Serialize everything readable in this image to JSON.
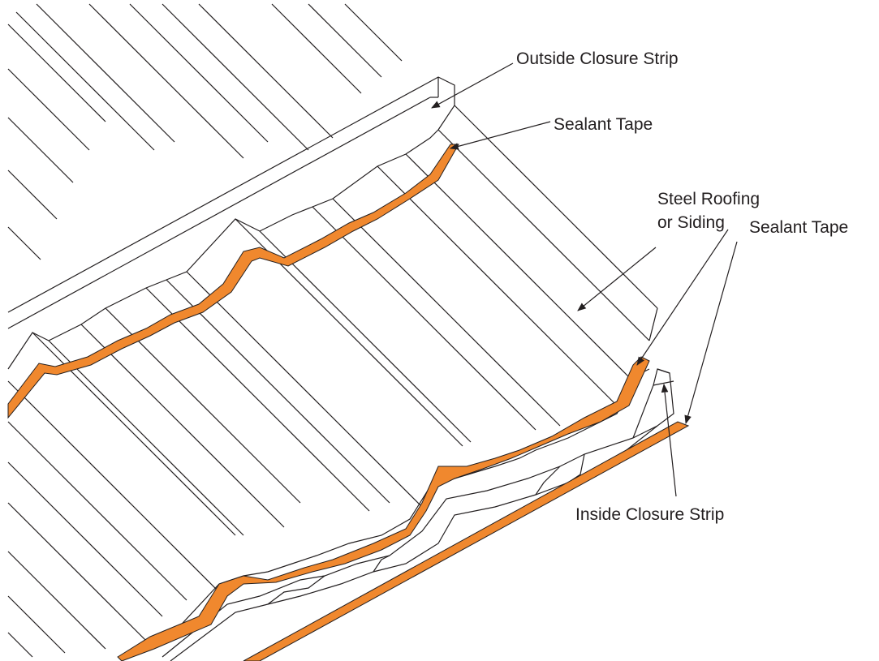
{
  "colors": {
    "line": "#231f20",
    "sealant": "#f0882e",
    "background": "#ffffff"
  },
  "labels": {
    "outside_closure_strip": "Outside Closure Strip",
    "sealant_tape_upper": "Sealant Tape",
    "steel_roofing_line1": "Steel Roofing",
    "steel_roofing_line2": "or Siding",
    "sealant_tape_lower": "Sealant Tape",
    "inside_closure_strip": "Inside Closure Strip"
  }
}
